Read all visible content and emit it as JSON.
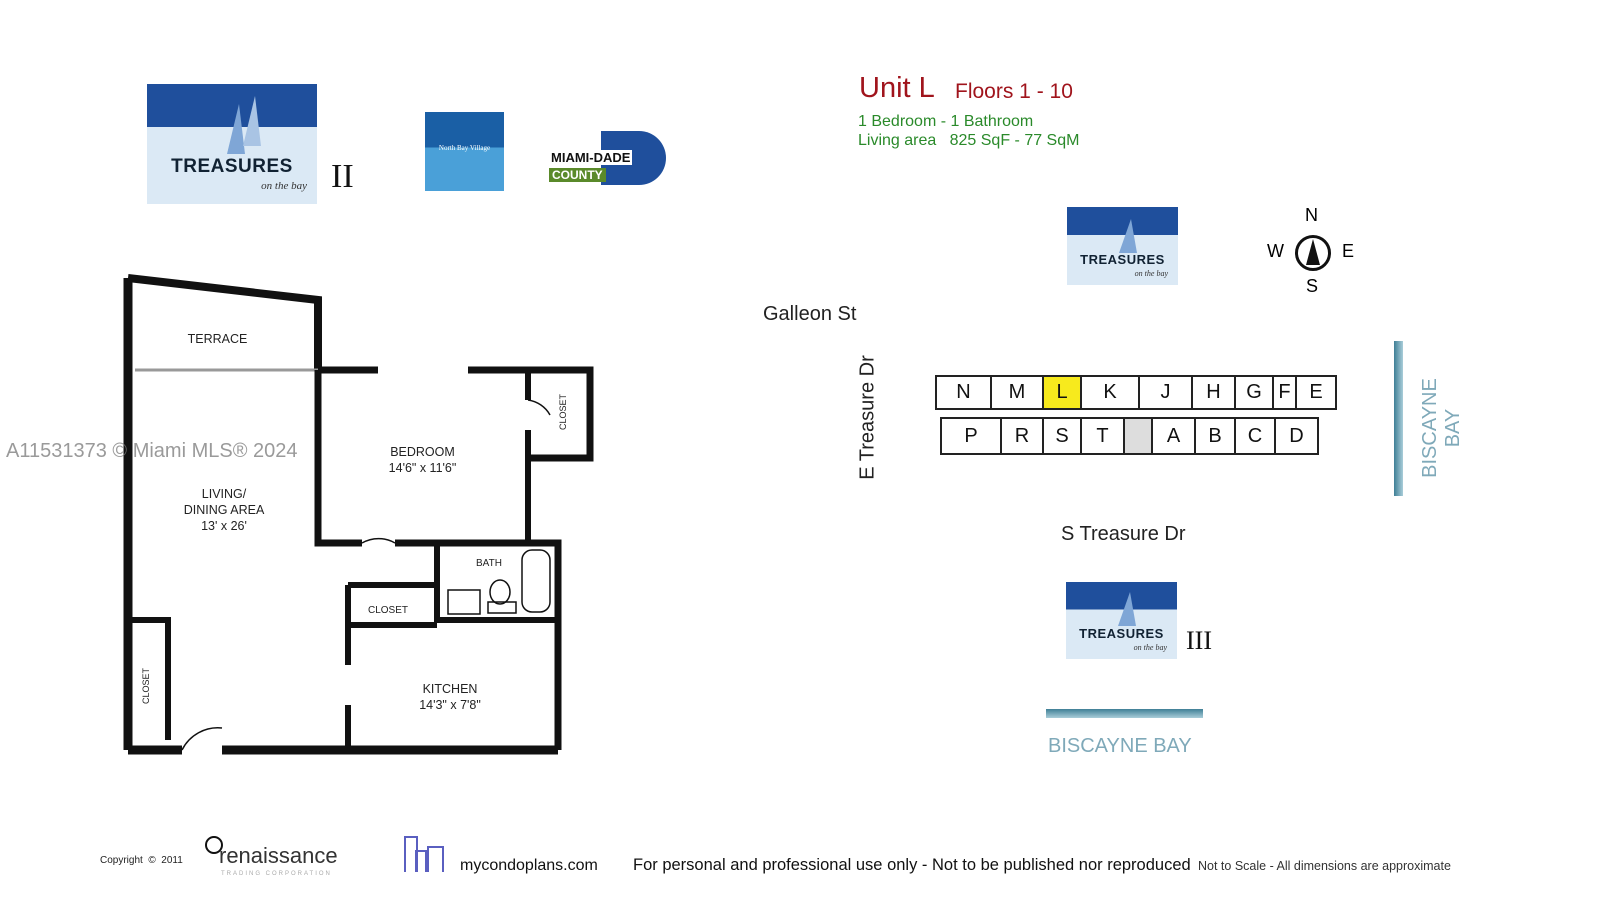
{
  "header": {
    "unit": "Unit L",
    "floors": "Floors 1 - 10",
    "rooms": "1  Bedroom - 1 Bathroom",
    "area": "Living area   825 SqF - 77 SqM"
  },
  "logos": {
    "treasures": "TREASURES",
    "treasures_sub": "on the bay",
    "roman_ii": "II",
    "roman_iii": "III",
    "north_bay": "North Bay Village",
    "miami": "MIAMI-DADE",
    "county": "COUNTY"
  },
  "floorplan": {
    "terrace": "TERRACE",
    "bedroom": "BEDROOM",
    "bedroom_dim": "14'6\" x 11'6\"",
    "living": "LIVING/",
    "dining": "DINING AREA",
    "living_dim": "13' x 26'",
    "closet": "CLOSET",
    "bath": "BATH",
    "kitchen": "KITCHEN",
    "kitchen_dim": "14'3\" x 7'8\""
  },
  "watermark": "A11531373 © Miami MLS® 2024",
  "map": {
    "galleon": "Galleon St",
    "e_treasure": "E Treasure Dr",
    "s_treasure": "S Treasure Dr",
    "bay": "BISCAYNE BAY",
    "compass": {
      "n": "N",
      "s": "S",
      "e": "E",
      "w": "W"
    },
    "top_units": [
      "N",
      "M",
      "L",
      "K",
      "J",
      "H",
      "G",
      "F",
      "E"
    ],
    "bottom_units": [
      "P",
      "R",
      "S",
      "T",
      "A",
      "B",
      "C",
      "D"
    ],
    "selected": "L"
  },
  "footer": {
    "copyright": "Copyright  ©  2011",
    "renaissance": "renaissance",
    "renaissance_sub": "TRADING CORPORATION",
    "site": "mycondoplans.com",
    "notice": "For personal and professional use only - Not to be published nor reproduced",
    "scale": "Not to Scale - All dimensions are approximate"
  },
  "colors": {
    "unit_title": "#a0141c",
    "info": "#2a8a2a",
    "bay": "#7fa9b9",
    "selected": "#f7ea1d"
  }
}
